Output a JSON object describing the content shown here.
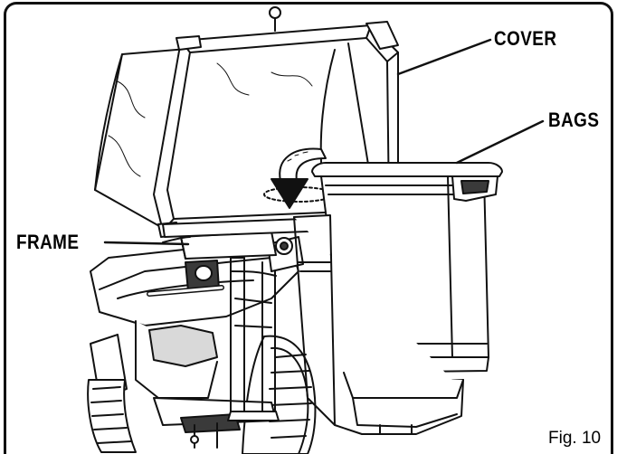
{
  "labels": {
    "cover": "COVER",
    "bags": "BAGS",
    "frame": "FRAME"
  },
  "caption": "Fig. 10",
  "colors": {
    "line": "#111111",
    "fill": "#ffffff",
    "shade": "#d9d9d9",
    "dark": "#3a3a3a"
  }
}
